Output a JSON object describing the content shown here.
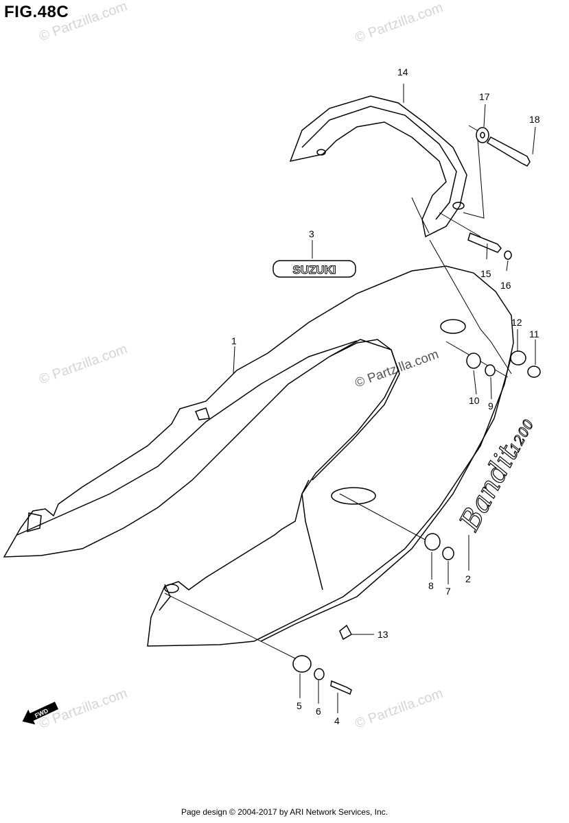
{
  "figure": {
    "title": "FIG.48C"
  },
  "watermark": {
    "text": "© Partzilla.com"
  },
  "callouts": [
    "1",
    "2",
    "3",
    "4",
    "5",
    "6",
    "7",
    "8",
    "9",
    "10",
    "11",
    "12",
    "13",
    "14",
    "15",
    "16",
    "17",
    "18"
  ],
  "emblem": {
    "text": "SUZUKI"
  },
  "decal": {
    "script": "Bandit",
    "number": "1200"
  },
  "direction_badge": {
    "text": "FWD"
  },
  "footer": {
    "text": "Page design © 2004-2017 by ARI Network Services, Inc."
  }
}
